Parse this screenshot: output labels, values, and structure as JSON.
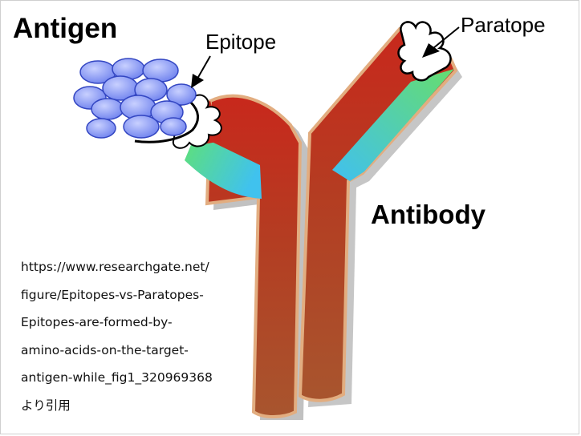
{
  "labels": {
    "antigen": "Antigen",
    "epitope": "Epitope",
    "paratope": "Paratope",
    "antibody": "Antibody"
  },
  "citation": {
    "lines": [
      "https://www.researchgate.net/",
      "figure/Epitopes-vs-Paratopes-",
      "Epitopes-are-formed-by-",
      "amino-acids-on-the-target-",
      "antigen-while_fig1_320969368",
      "より引用"
    ]
  },
  "colors": {
    "antibody_dark_red": "#c8281c",
    "antibody_brown": "#a85230",
    "antibody_outline": "#e0a879",
    "variable_region_green": "#66d67a",
    "variable_region_cyan": "#45c7e6",
    "antigen_blue": "#7f90f0",
    "antigen_outline": "#3a4fc4"
  }
}
